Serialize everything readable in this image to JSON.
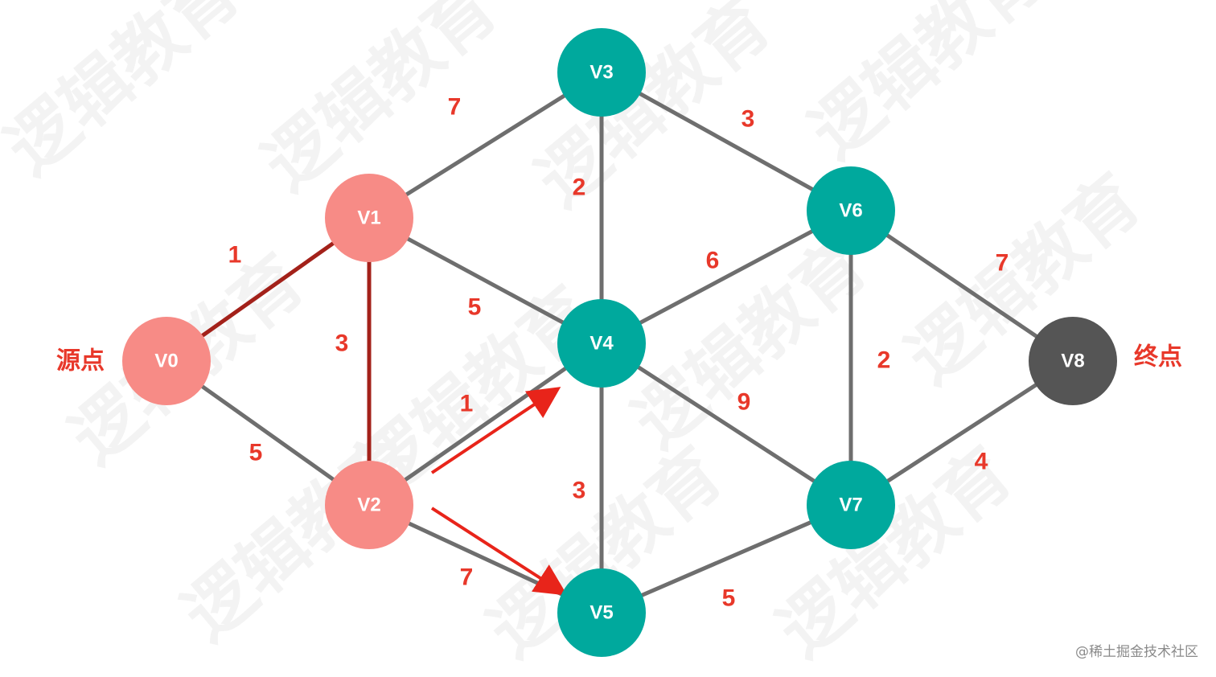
{
  "watermark": "逻辑教育",
  "credit": "@稀土掘金技术社区",
  "labels": {
    "source": "源点",
    "target": "终点"
  },
  "colors": {
    "visited": "#f78b86",
    "unvisited": "#00a99d",
    "target": "#555555",
    "active_edge": "#a3211a",
    "edge": "#6e6e6e",
    "arrow": "#e8241a",
    "text_red": "#e8382a"
  },
  "nodes": [
    {
      "id": "V0",
      "label": "V0",
      "state": "visited"
    },
    {
      "id": "V1",
      "label": "V1",
      "state": "visited"
    },
    {
      "id": "V2",
      "label": "V2",
      "state": "visited"
    },
    {
      "id": "V3",
      "label": "V3",
      "state": "unvisited"
    },
    {
      "id": "V4",
      "label": "V4",
      "state": "unvisited"
    },
    {
      "id": "V5",
      "label": "V5",
      "state": "unvisited"
    },
    {
      "id": "V6",
      "label": "V6",
      "state": "unvisited"
    },
    {
      "id": "V7",
      "label": "V7",
      "state": "unvisited"
    },
    {
      "id": "V8",
      "label": "V8",
      "state": "target"
    }
  ],
  "edges": [
    {
      "from": "V0",
      "to": "V1",
      "weight": "1",
      "active": true
    },
    {
      "from": "V0",
      "to": "V2",
      "weight": "5",
      "active": false
    },
    {
      "from": "V1",
      "to": "V2",
      "weight": "3",
      "active": true
    },
    {
      "from": "V1",
      "to": "V3",
      "weight": "7",
      "active": false
    },
    {
      "from": "V1",
      "to": "V4",
      "weight": "5",
      "active": false
    },
    {
      "from": "V2",
      "to": "V4",
      "weight": "1",
      "active": false
    },
    {
      "from": "V2",
      "to": "V5",
      "weight": "7",
      "active": false
    },
    {
      "from": "V3",
      "to": "V4",
      "weight": "2",
      "active": false
    },
    {
      "from": "V3",
      "to": "V6",
      "weight": "3",
      "active": false
    },
    {
      "from": "V4",
      "to": "V5",
      "weight": "3",
      "active": false
    },
    {
      "from": "V4",
      "to": "V6",
      "weight": "6",
      "active": false
    },
    {
      "from": "V4",
      "to": "V7",
      "weight": "9",
      "active": false
    },
    {
      "from": "V5",
      "to": "V7",
      "weight": "5",
      "active": false
    },
    {
      "from": "V6",
      "to": "V7",
      "weight": "2",
      "active": false
    },
    {
      "from": "V6",
      "to": "V8",
      "weight": "7",
      "active": false
    },
    {
      "from": "V7",
      "to": "V8",
      "weight": "4",
      "active": false
    }
  ],
  "arrows": [
    {
      "from": "V2",
      "to": "V4"
    },
    {
      "from": "V2",
      "to": "V5"
    }
  ]
}
